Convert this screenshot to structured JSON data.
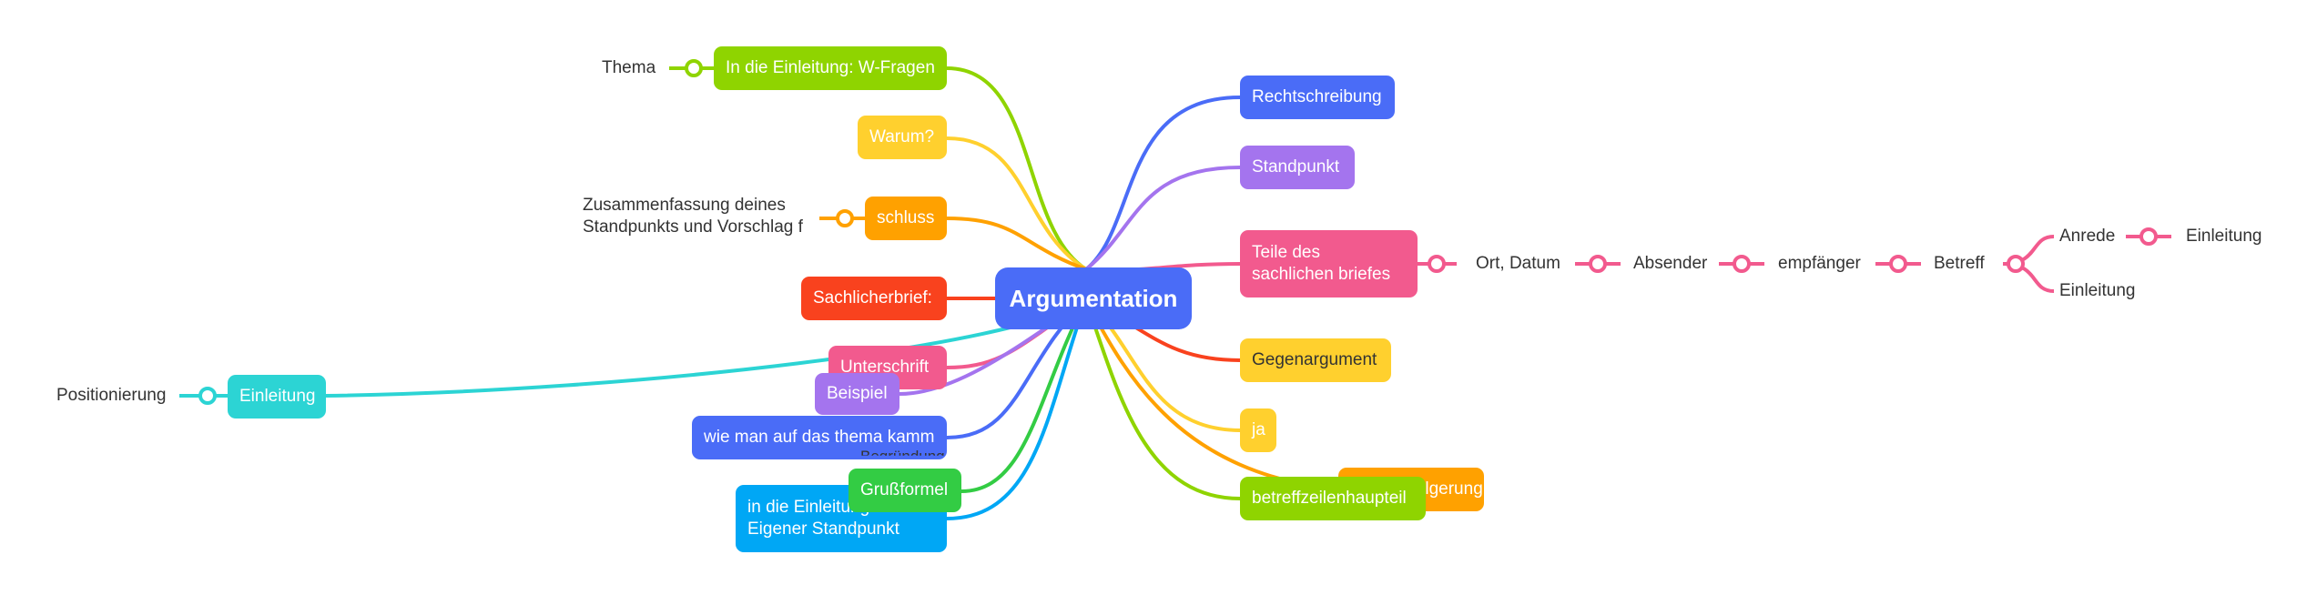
{
  "root": {
    "label": "Argumentation",
    "color": "#4a6cf7"
  },
  "left_branches": [
    {
      "label": "In die Einleitung: W-Fragen",
      "color": "#8fd400",
      "child": "Thema"
    },
    {
      "label": "Warum?",
      "color": "#ffd02e"
    },
    {
      "label": "schluss",
      "color": "#ffa100",
      "child": "Zusammenfassung deines Standpunkts und Vorschlag f"
    },
    {
      "label": "Sachlicherbrief:",
      "color": "#f9421e"
    },
    {
      "label": "Einleitung",
      "color": "#2cd4d4",
      "child": "Positionierung"
    },
    {
      "label": "Unterschrift",
      "color": "#f25a8e"
    },
    {
      "label": "Beispiel",
      "color": "#a474ee"
    },
    {
      "label": "wie man auf das thema kamm",
      "color": "#4a6cf7"
    },
    {
      "label": "Begründung",
      "color": "#333333"
    },
    {
      "label": "Grußformel",
      "color": "#33cc44"
    },
    {
      "label": "in die Einleitung: Eigener Standpunkt",
      "color": "#00a7f5"
    }
  ],
  "right_branches": [
    {
      "label": "Rechtschreibung",
      "color": "#4a6cf7"
    },
    {
      "label": "Standpunkt",
      "color": "#a474ee"
    },
    {
      "label": "Teile des sachlichen briefes",
      "color": "#f25a8e",
      "chain": [
        "Ort, Datum",
        "Absender",
        "empfänger",
        "Betreff"
      ],
      "betreff_children": [
        "Anrede",
        "Einleitung"
      ],
      "anrede_child": "Einleitung"
    },
    {
      "label": "Gegenargument",
      "color": "#ffd02e"
    },
    {
      "label": "ja",
      "color": "#ffd02e"
    },
    {
      "label": "Schlussfolgerung",
      "color": "#ffa100"
    },
    {
      "label": "betreffzeilenhaupteil",
      "color": "#8fd400"
    }
  ]
}
